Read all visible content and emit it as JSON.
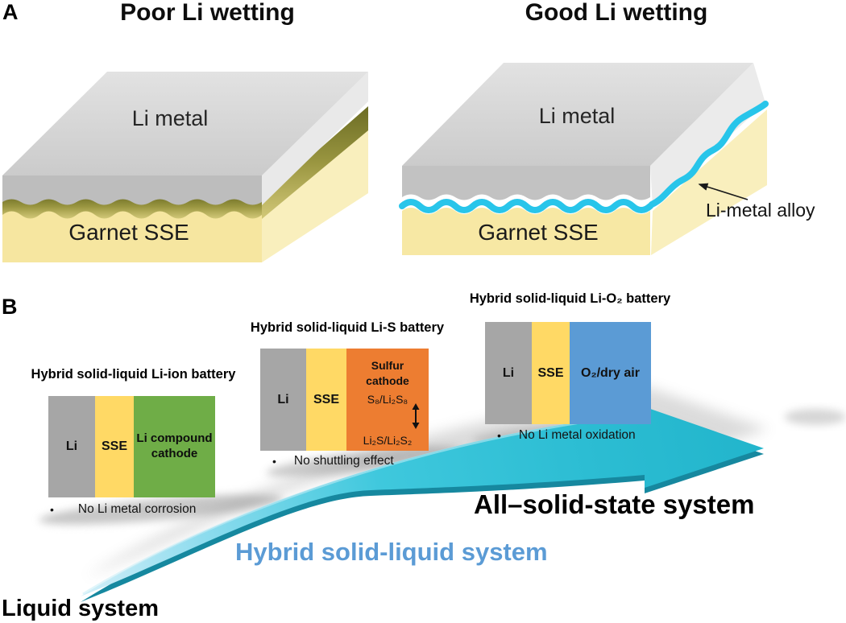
{
  "figure": {
    "panel_a": {
      "label": "A",
      "poor": {
        "title": "Poor Li wetting",
        "top_layer": "Li metal",
        "bottom_layer": "Garnet SSE"
      },
      "good": {
        "title": "Good Li wetting",
        "top_layer": "Li metal",
        "bottom_layer": "Garnet SSE",
        "annotation": "Li-metal alloy"
      }
    },
    "panel_b": {
      "label": "B",
      "bullet_char": "•",
      "li_ion": {
        "title": "Hybrid solid-liquid Li-ion battery",
        "anode": "Li",
        "electrolyte": "SSE",
        "cathode_line1": "Li compound",
        "cathode_line2": "cathode",
        "bullet": "No Li metal corrosion"
      },
      "li_s": {
        "title": "Hybrid solid-liquid Li-S battery",
        "anode": "Li",
        "electrolyte": "SSE",
        "cathode_line1": "Sulfur",
        "cathode_line2": "cathode",
        "species_top": "S₈/Li₂S₈",
        "species_bottom": "Li₂S/Li₂S₂",
        "bullet": "No shuttling effect"
      },
      "li_o2": {
        "title": "Hybrid solid-liquid Li-O₂ battery",
        "anode": "Li",
        "electrolyte": "SSE",
        "cathode": "O₂/dry air",
        "bullet": "No Li metal oxidation"
      },
      "stages": {
        "liquid": "Liquid system",
        "hybrid": "Hybrid solid-liquid system",
        "all_solid": "All–solid-state system"
      }
    },
    "colors": {
      "li_metal_gray": "#a6a6a6",
      "sse_yellow": "#ffd965",
      "li_compound_green": "#6fad47",
      "sulfur_orange": "#ed7d31",
      "o2_air_blue": "#5b9bd5",
      "garnet_yellow": "#f6e6a0",
      "li_alloy_cyan": "#28c5ea",
      "poor_gap_olive": "#8a8a35",
      "arrow_teal": "#2fc0d6",
      "hybrid_label_blue": "#5b9bd5"
    }
  }
}
